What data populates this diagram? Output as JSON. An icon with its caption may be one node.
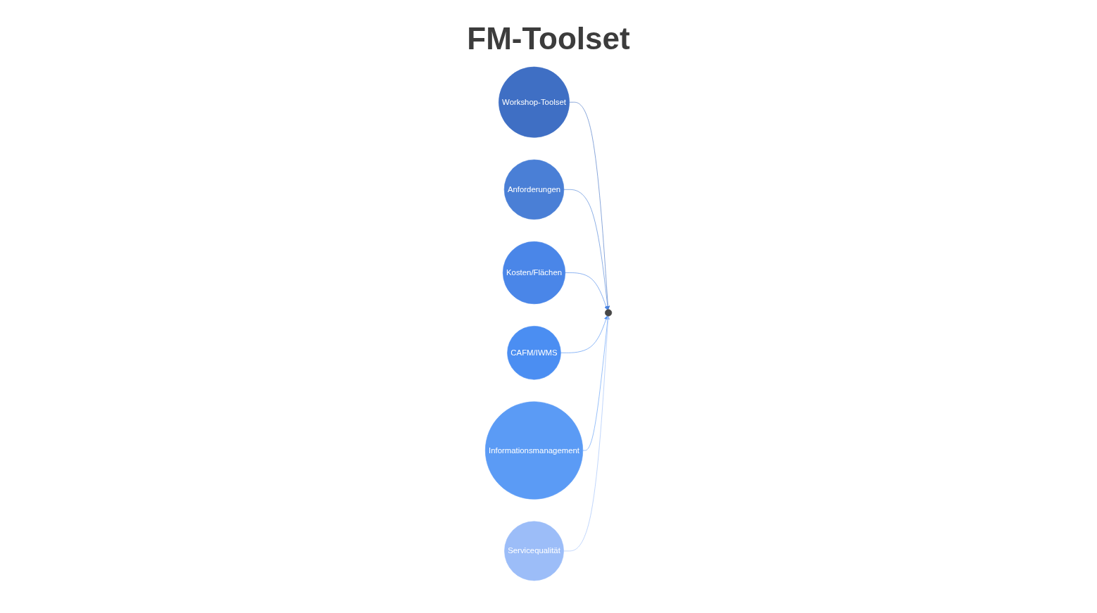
{
  "diagram": {
    "title": "FM-Toolset",
    "nodes": [
      {
        "text": [
          "Workshop-Toolset"
        ]
      },
      {
        "text": [
          "Anforderungen"
        ]
      },
      {
        "text": [
          "Kosten/Flächen"
        ]
      },
      {
        "text": [],
        "shape": "circle"
      },
      {
        "text": [
          "CAFM/IWMS"
        ]
      },
      {
        "text": [
          "Informationsmanagement"
        ]
      },
      {
        "text": [
          "Servicequalität"
        ]
      }
    ],
    "edges": [
      {
        "from": 0,
        "to": 3,
        "arrow": "to",
        "color": "#4472c4"
      },
      {
        "from": 1,
        "to": 3,
        "arrow": "to",
        "color": "#4a7fd6"
      },
      {
        "from": 2,
        "to": 3,
        "arrow": "to",
        "color": "#4a86e8"
      },
      {
        "from": 4,
        "to": 3,
        "arrow": "to",
        "color": "#4b8ef2"
      },
      {
        "from": 5,
        "to": 3,
        "arrow": "to",
        "color": "#5b9bf5"
      },
      {
        "from": 6,
        "to": 3,
        "arrow": "to",
        "color": "#9cbdf8"
      }
    ]
  }
}
